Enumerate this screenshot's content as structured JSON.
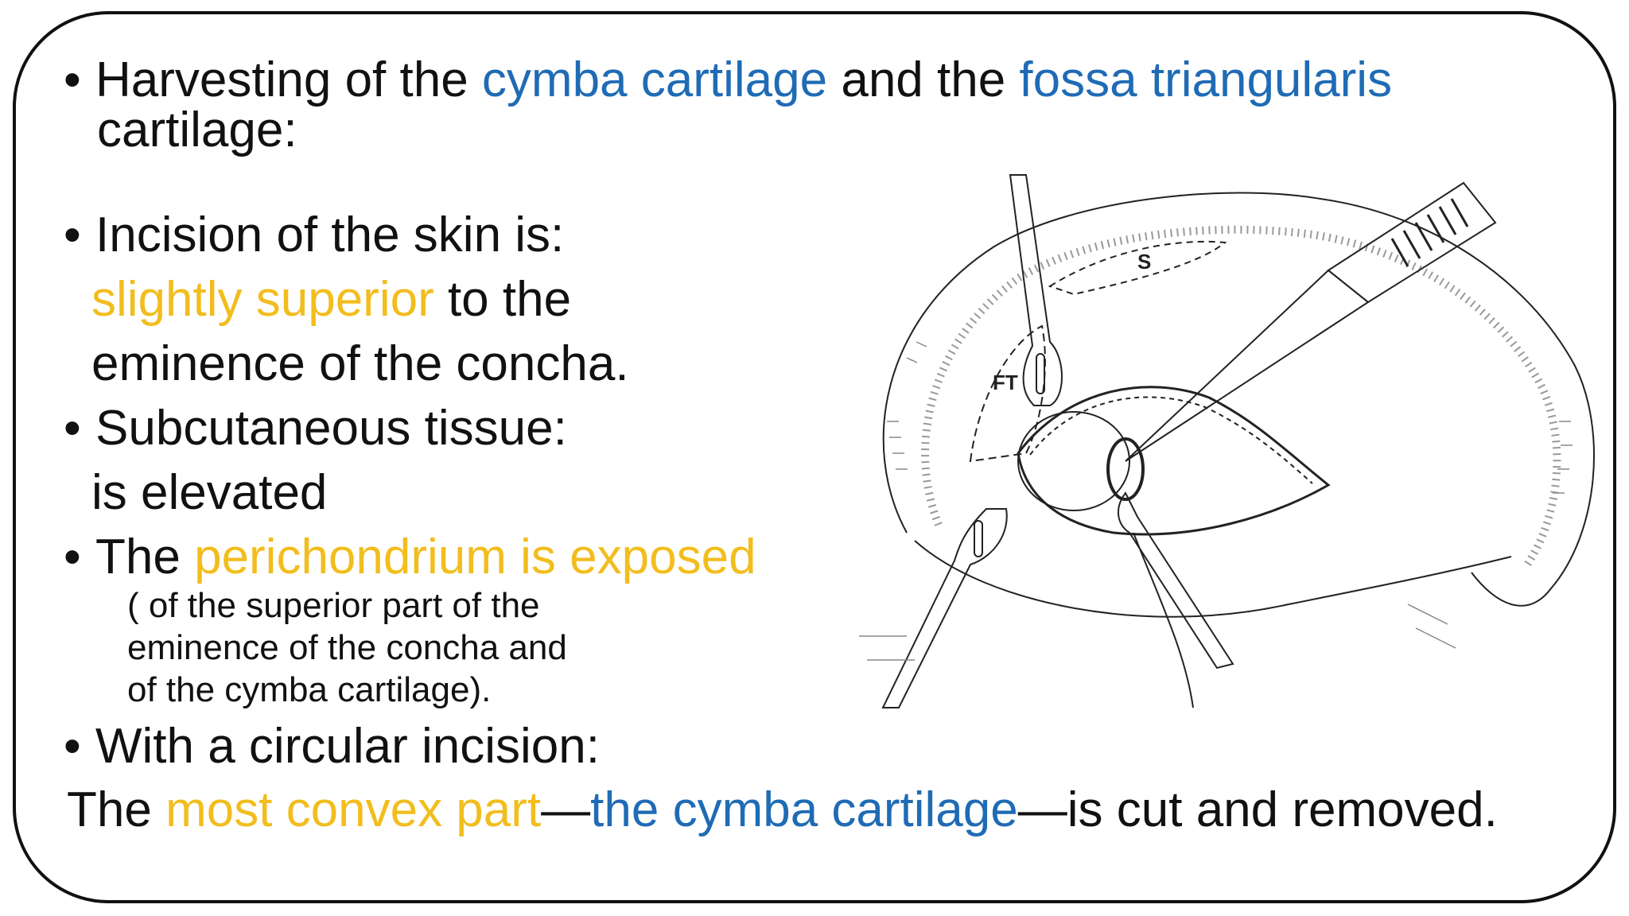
{
  "colors": {
    "highlight_blue": "#1f6bb5",
    "highlight_gold": "#f2bd1d",
    "text": "#111111"
  },
  "bullet_symbol": "•",
  "heading": {
    "part1": "Harvesting of the ",
    "part2": "cymba cartilage",
    "part3": " and the ",
    "part4": "fossa triangularis",
    "line2": "cartilage:"
  },
  "incision": {
    "title": "Incision of the skin is:",
    "highlight": "slightly superior",
    "rest": " to the",
    "line3": "eminence of the concha."
  },
  "subcutaneous": {
    "title": "Subcutaneous tissue:",
    "line2": "is elevated"
  },
  "perichondrium": {
    "prefix": "The ",
    "highlight": "perichondrium is exposed",
    "detail": [
      "( of the superior part of the",
      "eminence of the concha and",
      "of the cymba cartilage)."
    ]
  },
  "circular": {
    "title": "With a circular incision:",
    "part1": "The ",
    "part2": "most convex part",
    "part3": "—",
    "part4": "the cymba cartilage",
    "part5": "—is cut and removed."
  },
  "illustration": {
    "label_s": "S",
    "label_ft": "FT"
  }
}
